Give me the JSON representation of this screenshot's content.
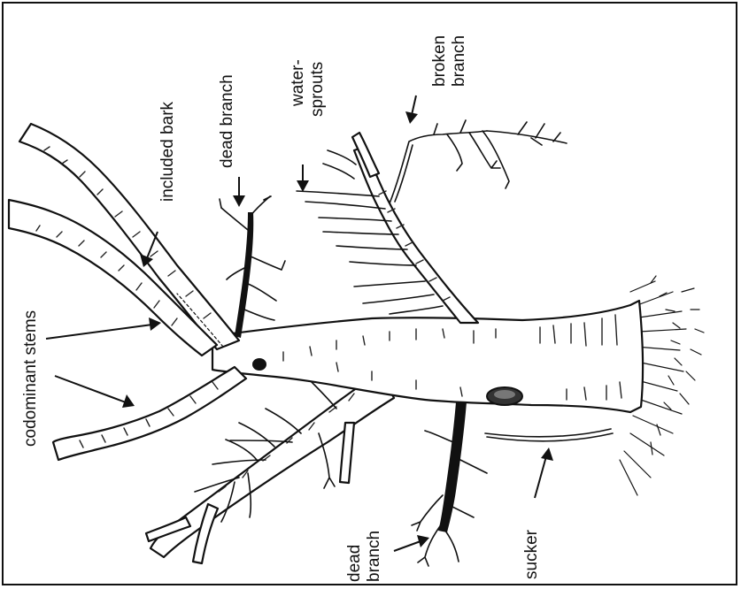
{
  "labels": {
    "codominant_stems": "codominant stems",
    "included_bark": "included bark",
    "dead_branch_top": "dead branch",
    "water_sprouts_line1": "water-",
    "water_sprouts_line2": "sprouts",
    "broken_branch_line1": "broken",
    "broken_branch_line2": "branch",
    "dead_branch_bottom_line1": "dead",
    "dead_branch_bottom_line2": "branch",
    "sucker": "sucker"
  }
}
